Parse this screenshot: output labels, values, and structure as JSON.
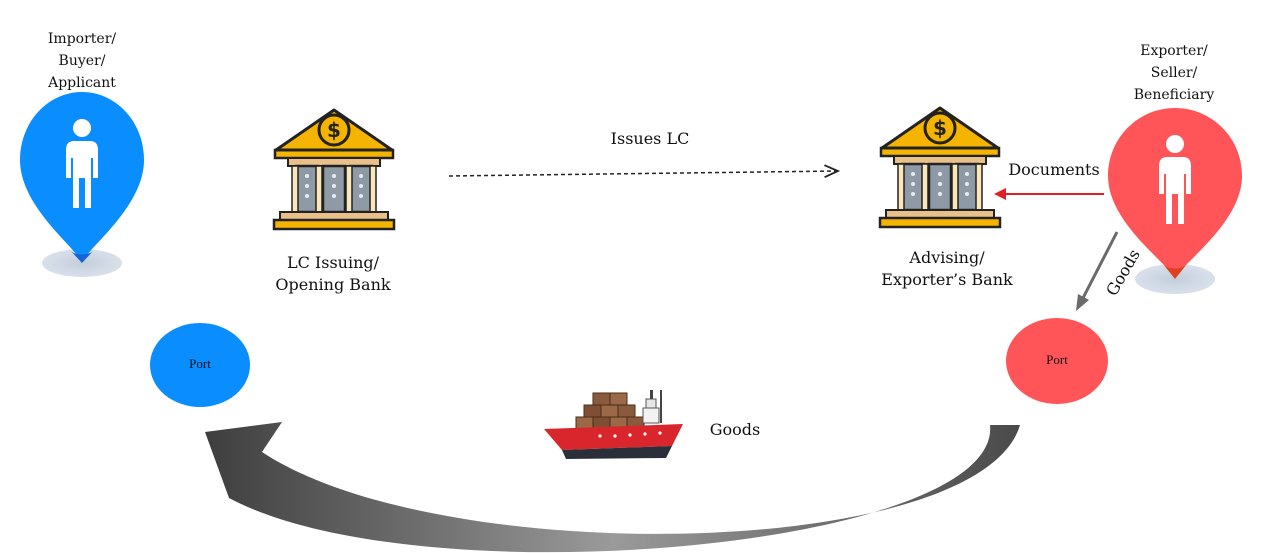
{
  "importer": {
    "lines": [
      "Importer/",
      "Buyer/",
      "Applicant"
    ],
    "color": "#0a8dff"
  },
  "exporter": {
    "lines": [
      "Exporter/",
      "Seller/",
      "Beneficiary"
    ],
    "color": "#ff5558"
  },
  "issuing_bank": {
    "lines": [
      "LC Issuing/",
      "Opening Bank"
    ]
  },
  "advising_bank": {
    "lines": [
      "Advising/",
      "Exporter’s  Bank"
    ]
  },
  "flows": {
    "issues_lc": "Issues LC",
    "documents": "Documents",
    "goods_to_port": "Goods",
    "goods_shipping": "Goods"
  },
  "ports": {
    "left": {
      "label": "Port",
      "color": "#0a8dff"
    },
    "right": {
      "label": "Port",
      "color": "#ff5558"
    }
  },
  "colors": {
    "bank_gold": "#f5b400",
    "bank_column": "#8e9aa6",
    "documents_arrow": "#e02020",
    "shipping_arrow": "#5a5a5a",
    "ship_hull": "#d8262c"
  },
  "icons": {
    "importer": "person-pin-icon",
    "exporter": "person-pin-icon",
    "banks": "bank-dollar-icon",
    "ship": "cargo-ship-icon"
  }
}
